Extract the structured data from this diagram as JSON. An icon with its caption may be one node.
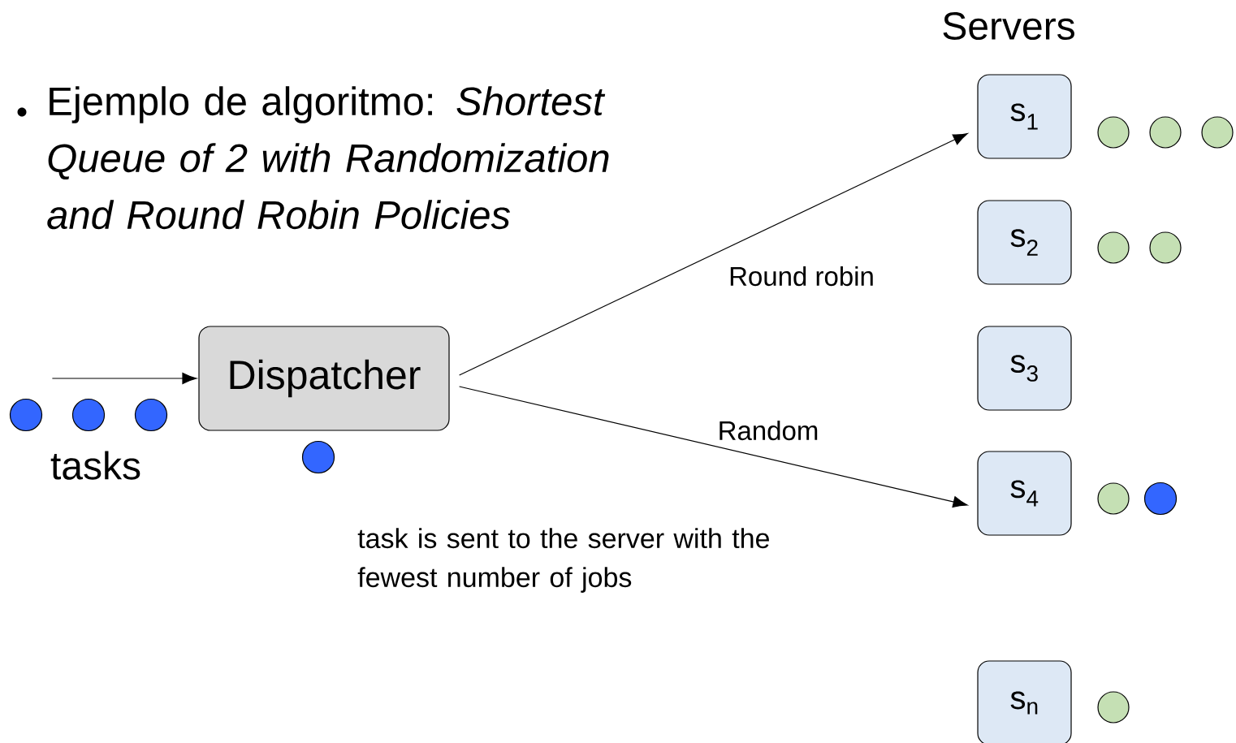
{
  "diagram": {
    "nodes": [
      {
        "text": [
          "Dispatcher"
        ]
      },
      {
        "text": [
          "s$_{1}$"
        ]
      },
      {
        "text": [
          "s$_{2}$"
        ]
      },
      {
        "text": [
          "s$_{3}$"
        ]
      },
      {
        "text": [
          "s$_{4}$"
        ]
      },
      {
        "text": [
          "s$_{n}$"
        ]
      }
    ],
    "edges": [
      {
        "from": null,
        "to": 0,
        "arrow": "to"
      },
      {
        "from": 0,
        "to": 1,
        "arrow": "to",
        "label": "Round robin"
      },
      {
        "from": 0,
        "to": 4,
        "arrow": "to",
        "label": "Random"
      }
    ],
    "labels": [
      "Servers",
      "Ejemplo de algoritmo: *Shortest Queue of 2 with Randomization and Round Robin Policies*",
      "tasks",
      "task is sent to the server with the fewest number of jobs"
    ]
  }
}
